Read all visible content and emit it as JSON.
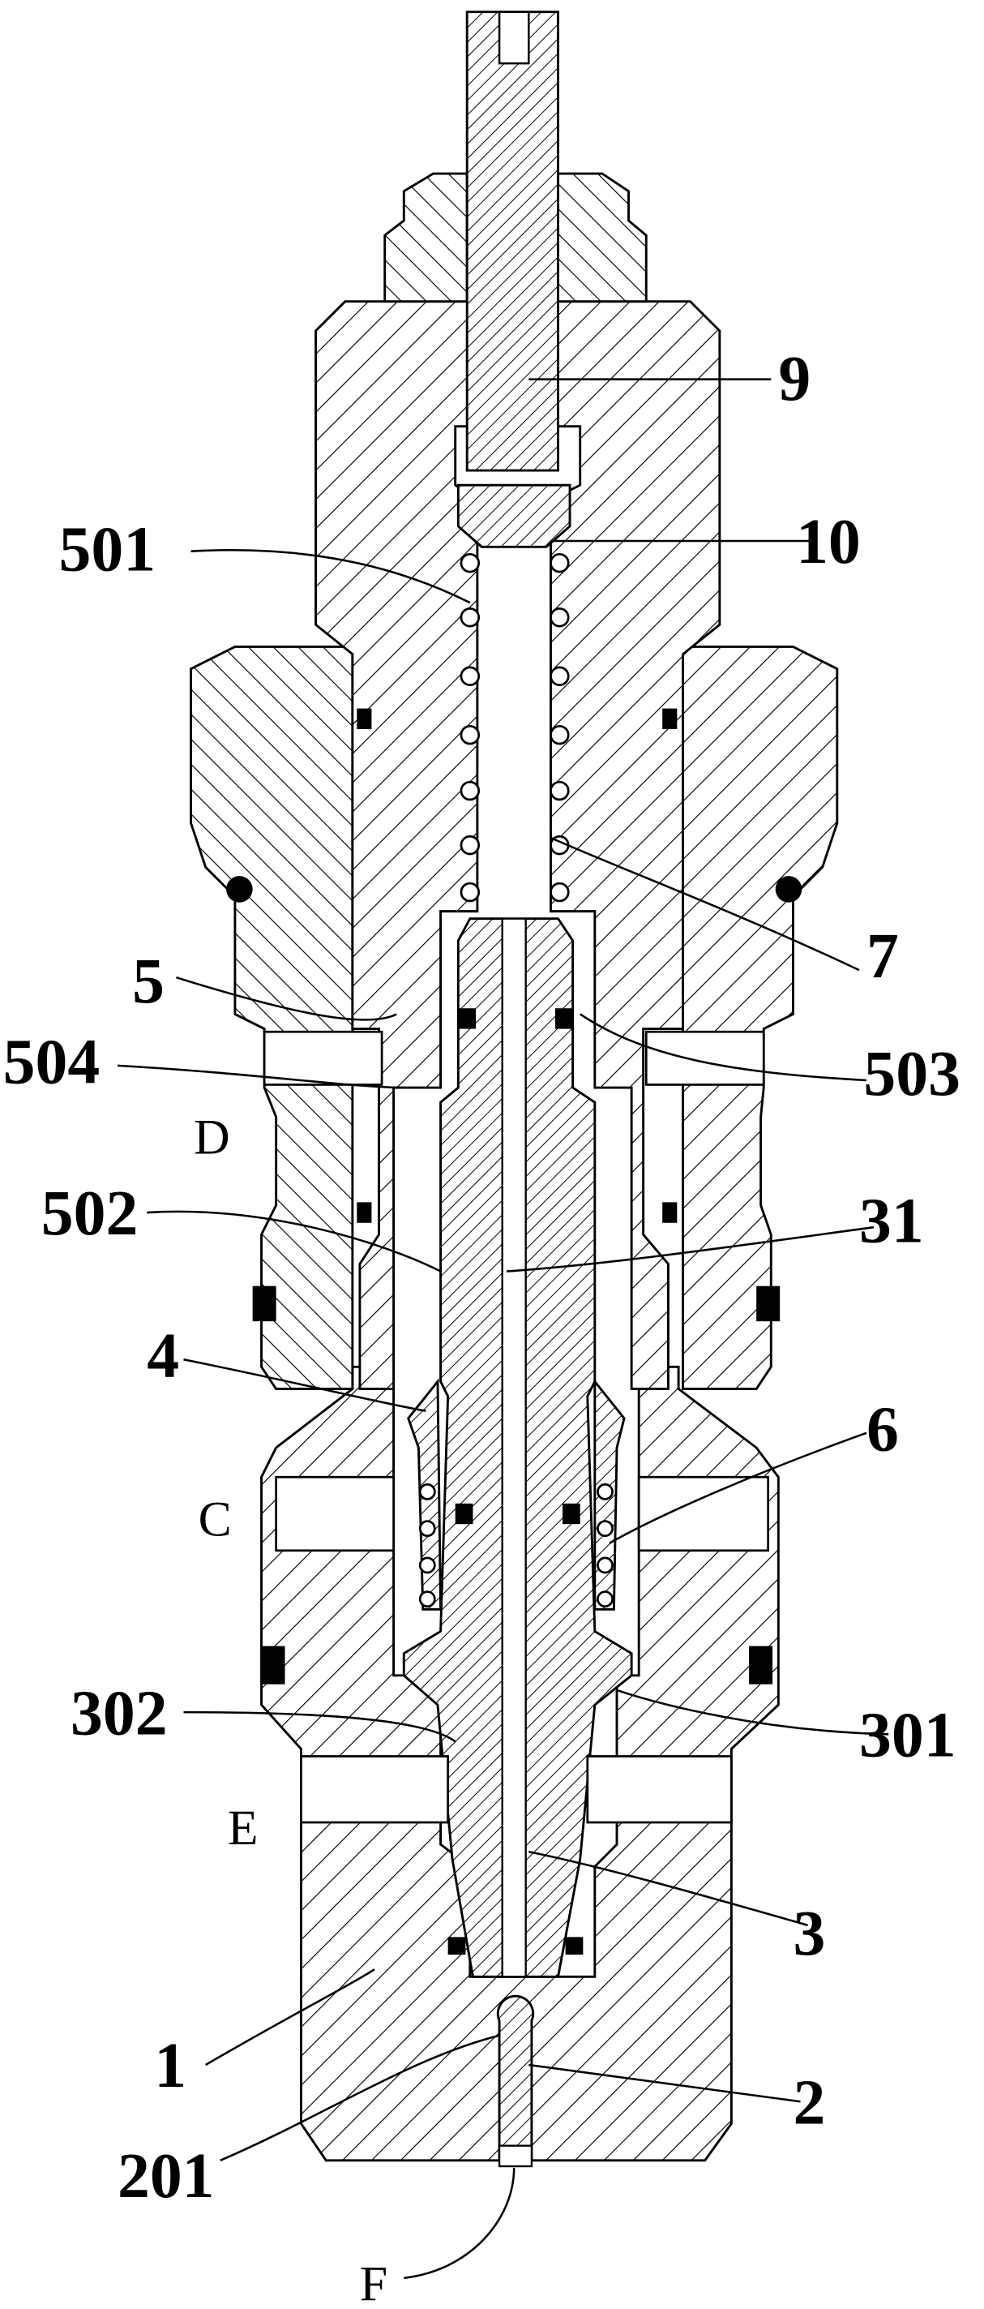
{
  "figure": {
    "type": "valve cross-section patent drawing",
    "labels": {
      "stem": "9",
      "spring_seat_bore": "501",
      "spring_seat": "10",
      "upper_spring": "7",
      "spool_sleeve": "5",
      "chamber": "504",
      "seal_groove": "503",
      "port_d": "D",
      "inner_passage": "502",
      "center_hole": "31",
      "sliding_ring": "4",
      "lower_spring": "6",
      "port_c": "C",
      "lower_passage": "302",
      "shoulder": "301",
      "port_e": "E",
      "valve_rod": "3",
      "body": "1",
      "plunger": "2",
      "ball_head": "201",
      "port_f": "F"
    }
  }
}
